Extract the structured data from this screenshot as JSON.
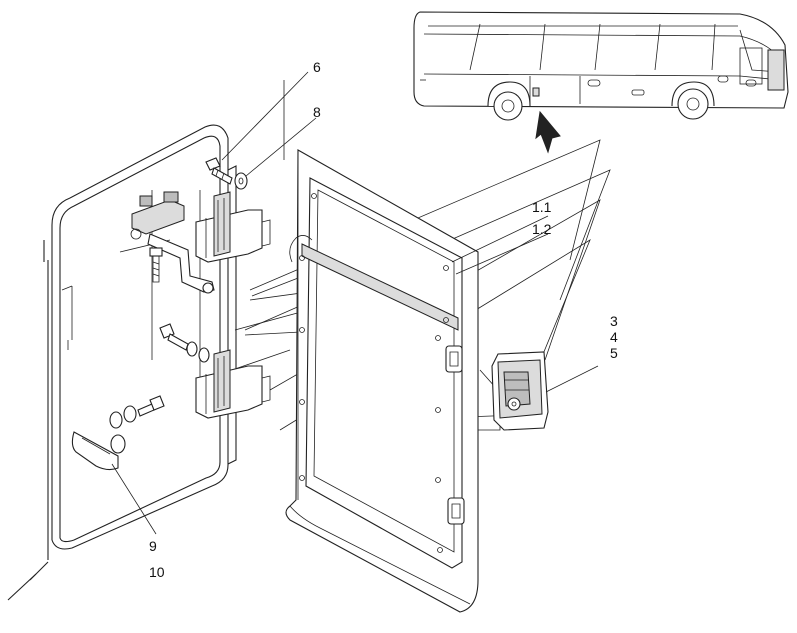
{
  "callouts": {
    "c6": "6",
    "c8": "8",
    "c1_1": "1.1",
    "c1_2": "1.2",
    "c3": "3",
    "c4": "4",
    "c5": "5",
    "c9": "9",
    "c10": "10"
  },
  "colors": {
    "line": "#222222",
    "fill_light": "#dcdcdc",
    "fill_dark": "#bdbdbd",
    "background": "#ffffff"
  }
}
